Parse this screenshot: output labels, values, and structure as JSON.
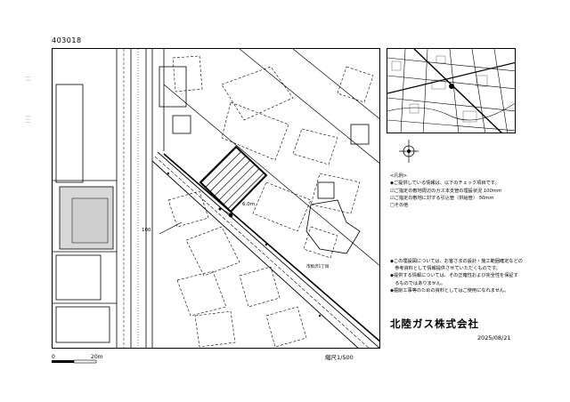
{
  "document": {
    "id": "403018"
  },
  "map": {
    "labels": {
      "measure_a": "6.0m",
      "measure_b": "100",
      "building": "市駒沢1丁目"
    }
  },
  "legend": {
    "title": "<凡例>",
    "line1": "◆ご提供している情報は、以下のチェック項目です。",
    "line2": "☑ご指定の敷地周辺のガス本支管の埋設状況",
    "line2_value": "100mm",
    "line3": "☑ご指定の敷地に対する引込管（供給管）",
    "line3_value": "50mm",
    "line4": "□その他"
  },
  "notes": {
    "line1": "◆この埋設図については、お客さまの設計・施工範囲確定などの",
    "line2": "　参考資料として情報提供させていただくものです。",
    "line3": "◆提供する情報については、その正確性および完全性を保証す",
    "line4": "　るものではありません。",
    "line5": "◆掘削工事等のための資料としてはご使用になれません。"
  },
  "footer": {
    "company": "北陸ガス株式会社",
    "date": "2025/08/21",
    "scale": "縮尺1/500",
    "scale_start": "0",
    "scale_end": "20m"
  }
}
